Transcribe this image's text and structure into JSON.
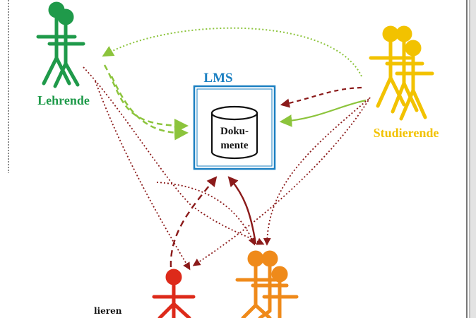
{
  "colors": {
    "teacher": "#1f9a4a",
    "student": "#f2c200",
    "lms": "#1a7fc1",
    "group": "#ef8a1a",
    "person": "#dd2a1a",
    "link_green": "#8cc43c",
    "link_dark_red": "#8b1a1a",
    "text_dark": "#111111"
  },
  "labels": {
    "teacher": "Lehrende",
    "student": "Studierende",
    "lms": "LMS",
    "doc_line1": "Doku-",
    "doc_line2": "mente",
    "partial": "lieren"
  },
  "icons": {
    "teacher": "stick-figure-group-icon",
    "student": "stick-figure-group-icon",
    "database": "database-cylinder-icon",
    "person": "stick-figure-icon",
    "group": "stick-figure-group-icon"
  }
}
